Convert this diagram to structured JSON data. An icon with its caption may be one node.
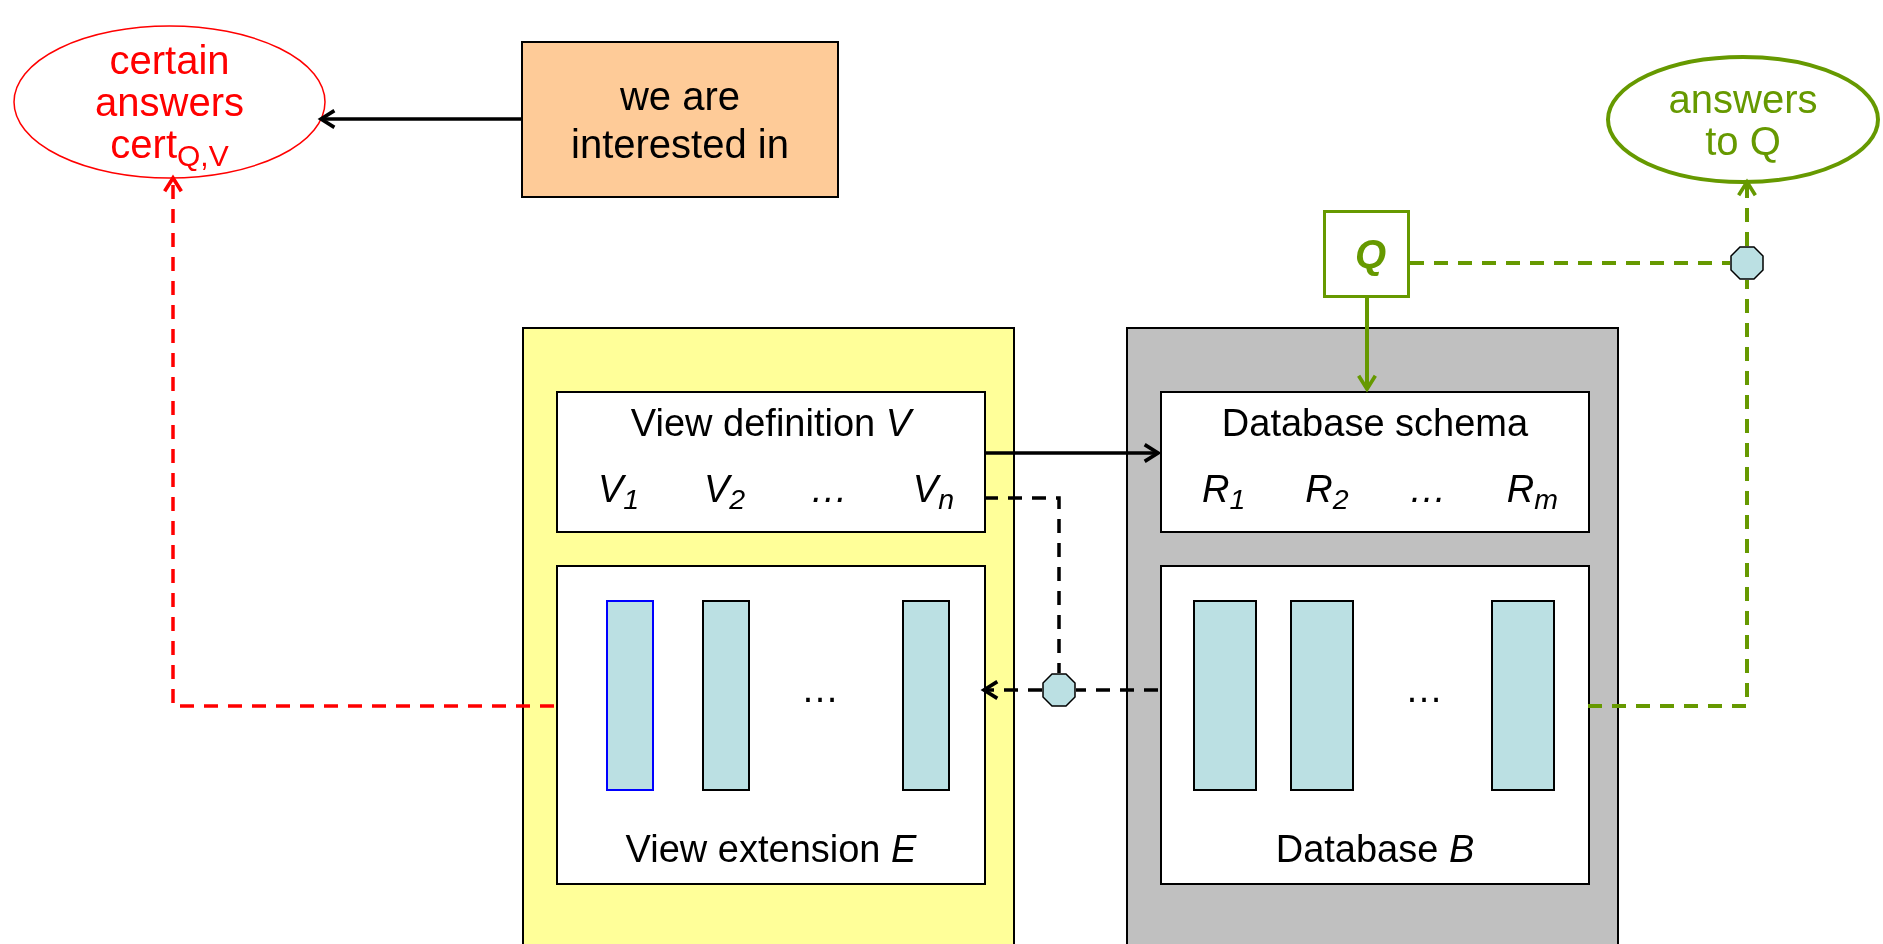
{
  "diagram": {
    "nodes": [
      {
        "text": [
          "certain answers cert$_{Q,V}$"
        ]
      },
      {
        "text": [
          "we are interested in"
        ]
      },
      {
        "text": [
          "answers to Q"
        ]
      },
      {
        "text": [
          "Q"
        ]
      },
      {
        "text": [],
        "shape": "box"
      },
      {
        "text": [
          "View definition *V*",
          "V$_{1}$",
          "V$_{2}$",
          "…",
          "V$_{n}$"
        ],
        "in": 4
      },
      {
        "text": [
          "…",
          "View extension *E*"
        ],
        "in": 4
      },
      {
        "text": [],
        "shape": "bar",
        "in": 6
      },
      {
        "text": [],
        "shape": "bar",
        "in": 6
      },
      {
        "text": [],
        "shape": "bar",
        "in": 6
      },
      {
        "text": [],
        "shape": "box"
      },
      {
        "text": [
          "Database schema",
          "R$_{1}$",
          "R$_{2}$",
          "…",
          "R$_{m}$"
        ],
        "in": 10
      },
      {
        "text": [
          "…",
          "Database *B*"
        ],
        "in": 10
      },
      {
        "text": [],
        "shape": "bar",
        "in": 12
      },
      {
        "text": [],
        "shape": "bar",
        "in": 12
      },
      {
        "text": [],
        "shape": "bar",
        "in": 12
      },
      {
        "text": [],
        "shape": "octagon"
      },
      {
        "text": [],
        "shape": "octagon"
      }
    ],
    "edges": [
      {
        "from": 1,
        "to": 0,
        "arrow": "to"
      },
      {
        "from": 6,
        "to": 0,
        "arrow": "to",
        "style": "dashed",
        "color": "#ff0000"
      },
      {
        "from": 3,
        "to": 11,
        "arrow": "to",
        "color": "#669900"
      },
      {
        "from": 5,
        "to": 11,
        "arrow": "to"
      },
      {
        "from": 5,
        "to": 16,
        "arrow": "none",
        "style": "dashed"
      },
      {
        "from": 12,
        "to": 16,
        "arrow": "none",
        "style": "dashed"
      },
      {
        "from": 16,
        "to": 6,
        "arrow": "to",
        "style": "dashed"
      },
      {
        "from": 3,
        "to": 17,
        "arrow": "none",
        "style": "dashed",
        "color": "#669900"
      },
      {
        "from": 12,
        "to": 17,
        "arrow": "none",
        "style": "dashed",
        "color": "#669900"
      },
      {
        "from": 17,
        "to": 2,
        "arrow": "to",
        "style": "dashed",
        "color": "#669900"
      }
    ]
  }
}
